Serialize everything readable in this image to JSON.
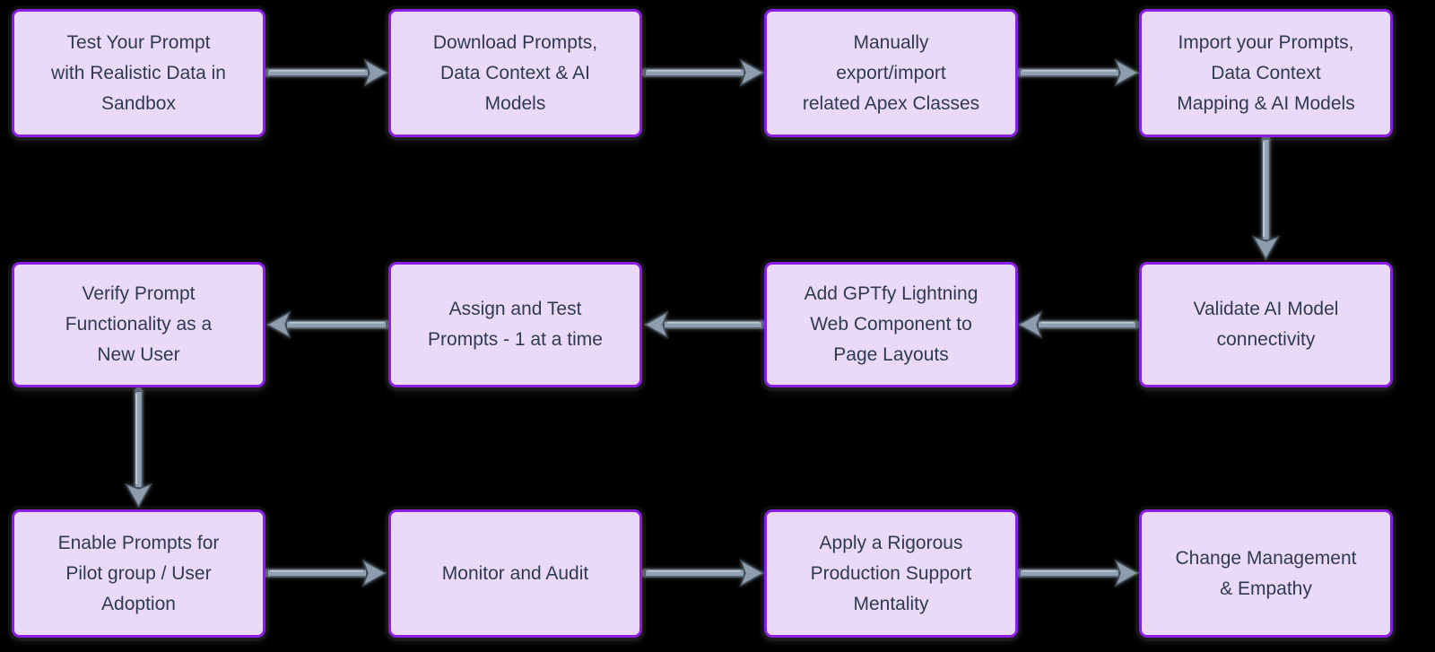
{
  "diagram": {
    "type": "flowchart",
    "flow_pattern": "snake: row1 left-to-right, down, row2 right-to-left, down, row3 left-to-right",
    "colors": {
      "background": "#000000",
      "node_fill": "#EBDAF7",
      "node_border": "#8A1FE3",
      "node_text": "#2E3B4E",
      "arrow": "#8D9DAD"
    },
    "nodes": [
      {
        "id": "test-prompt-sandbox",
        "label": "Test Your Prompt\nwith Realistic Data in\nSandbox"
      },
      {
        "id": "download-prompts",
        "label": "Download Prompts,\nData Context & AI\nModels"
      },
      {
        "id": "export-apex",
        "label": "Manually\nexport/import\nrelated Apex Classes"
      },
      {
        "id": "import-prompts",
        "label": "Import your Prompts,\nData Context\nMapping & AI Models"
      },
      {
        "id": "validate-ai",
        "label": "Validate AI Model\nconnectivity"
      },
      {
        "id": "add-lwc",
        "label": "Add GPTfy Lightning\nWeb Component to\nPage Layouts"
      },
      {
        "id": "assign-test",
        "label": "Assign and Test\nPrompts - 1 at a time"
      },
      {
        "id": "verify-new-user",
        "label": "Verify Prompt\nFunctionality as a\nNew User"
      },
      {
        "id": "enable-pilot",
        "label": "Enable Prompts for\nPilot group / User\nAdoption"
      },
      {
        "id": "monitor-audit",
        "label": "Monitor and Audit"
      },
      {
        "id": "production-support",
        "label": "Apply a Rigorous\nProduction Support\nMentality"
      },
      {
        "id": "change-management",
        "label": "Change Management\n& Empathy"
      }
    ],
    "edges": [
      {
        "from": "test-prompt-sandbox",
        "to": "download-prompts"
      },
      {
        "from": "download-prompts",
        "to": "export-apex"
      },
      {
        "from": "export-apex",
        "to": "import-prompts"
      },
      {
        "from": "import-prompts",
        "to": "validate-ai"
      },
      {
        "from": "validate-ai",
        "to": "add-lwc"
      },
      {
        "from": "add-lwc",
        "to": "assign-test"
      },
      {
        "from": "assign-test",
        "to": "verify-new-user"
      },
      {
        "from": "verify-new-user",
        "to": "enable-pilot"
      },
      {
        "from": "enable-pilot",
        "to": "monitor-audit"
      },
      {
        "from": "monitor-audit",
        "to": "production-support"
      },
      {
        "from": "production-support",
        "to": "change-management"
      }
    ]
  }
}
